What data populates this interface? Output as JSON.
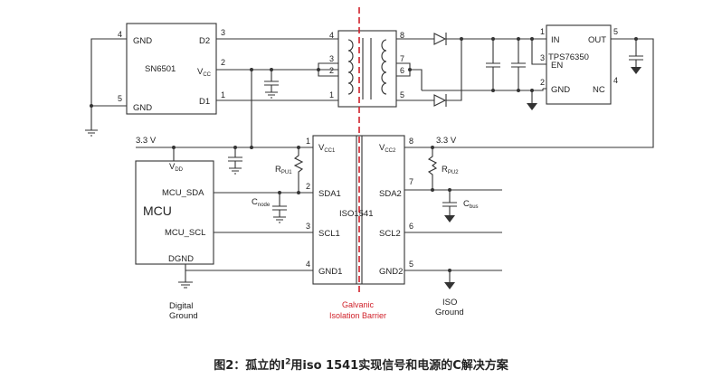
{
  "labels": {
    "sn6501": "SN6501",
    "sn_gnd4": "GND",
    "sn_gnd5": "GND",
    "sn_d2": "D2",
    "sn_vcc": "V",
    "sn_vcc_sub": "CC",
    "sn_d1": "D1",
    "tps": "TPS76350",
    "tps_in": "IN",
    "tps_en": "EN",
    "tps_gnd": "GND",
    "tps_out": "OUT",
    "tps_nc": "NC",
    "mcu": "MCU",
    "mcu_vdd": "V",
    "mcu_vdd_sub": "DD",
    "mcu_sda": "MCU_SDA",
    "mcu_scl": "MCU_SCL",
    "mcu_dgnd": "DGND",
    "iso": "ISO1541",
    "iso_vcc1": "V",
    "iso_vcc1_sub": "CC1",
    "iso_sda1": "SDA1",
    "iso_scl1": "SCL1",
    "iso_gnd1": "GND1",
    "iso_vcc2": "V",
    "iso_vcc2_sub": "CC2",
    "iso_sda2": "SDA2",
    "iso_scl2": "SCL2",
    "iso_gnd2": "GND2",
    "rpu1": "R",
    "rpu1_sub": "PU1",
    "rpu2": "R",
    "rpu2_sub": "PU2",
    "cnode": "C",
    "cnode_sub": "node",
    "cbus": "C",
    "cbus_sub": "bus",
    "v33_left": "3.3 V",
    "v33_right": "3.3 V",
    "digital_ground_1": "Digital",
    "digital_ground_2": "Ground",
    "iso_ground_1": "ISO",
    "iso_ground_2": "Ground",
    "barrier_1": "Galvanic",
    "barrier_2": "Isolation Barrier"
  },
  "pins": {
    "sn_4": "4",
    "sn_5": "5",
    "sn_3": "3",
    "sn_2": "2",
    "sn_1": "1",
    "tr_4": "4",
    "tr_3": "3",
    "tr_2": "2",
    "tr_1": "1",
    "tr_8": "8",
    "tr_7": "7",
    "tr_6": "6",
    "tr_5": "5",
    "tps_1": "1",
    "tps_3": "3",
    "tps_2": "2",
    "tps_5": "5",
    "tps_4": "4",
    "iso_1": "1",
    "iso_2": "2",
    "iso_3": "3",
    "iso_4": "4",
    "iso_8": "8",
    "iso_7": "7",
    "iso_6": "6",
    "iso_5": "5"
  },
  "caption": {
    "before": "图2：孤立的I",
    "sup": "2",
    "after": "用iso 1541实现信号和电源的C解决方案"
  },
  "colors": {
    "barrier": "#d0212a",
    "wire": "#333333"
  }
}
